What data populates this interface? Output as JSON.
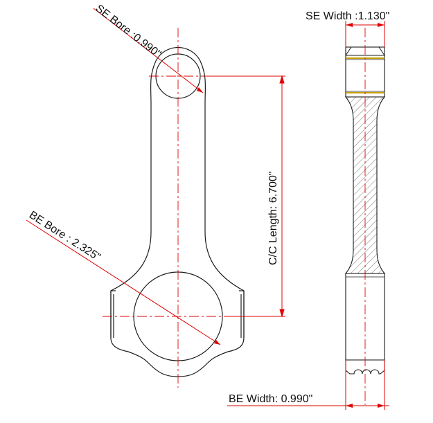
{
  "labels": {
    "se_bore": "SE Bore :0.990\"",
    "be_bore": "BE Bore : 2.325\"",
    "cc_length": "C/C Length: 6.700\"",
    "se_width": "SE Width :1.130\"",
    "be_width": "BE Width: 0.990\""
  },
  "colors": {
    "outline": "#1a1a1a",
    "dimension": "#e00000",
    "centerline": "#e00000",
    "bearing": "#c8a000"
  }
}
